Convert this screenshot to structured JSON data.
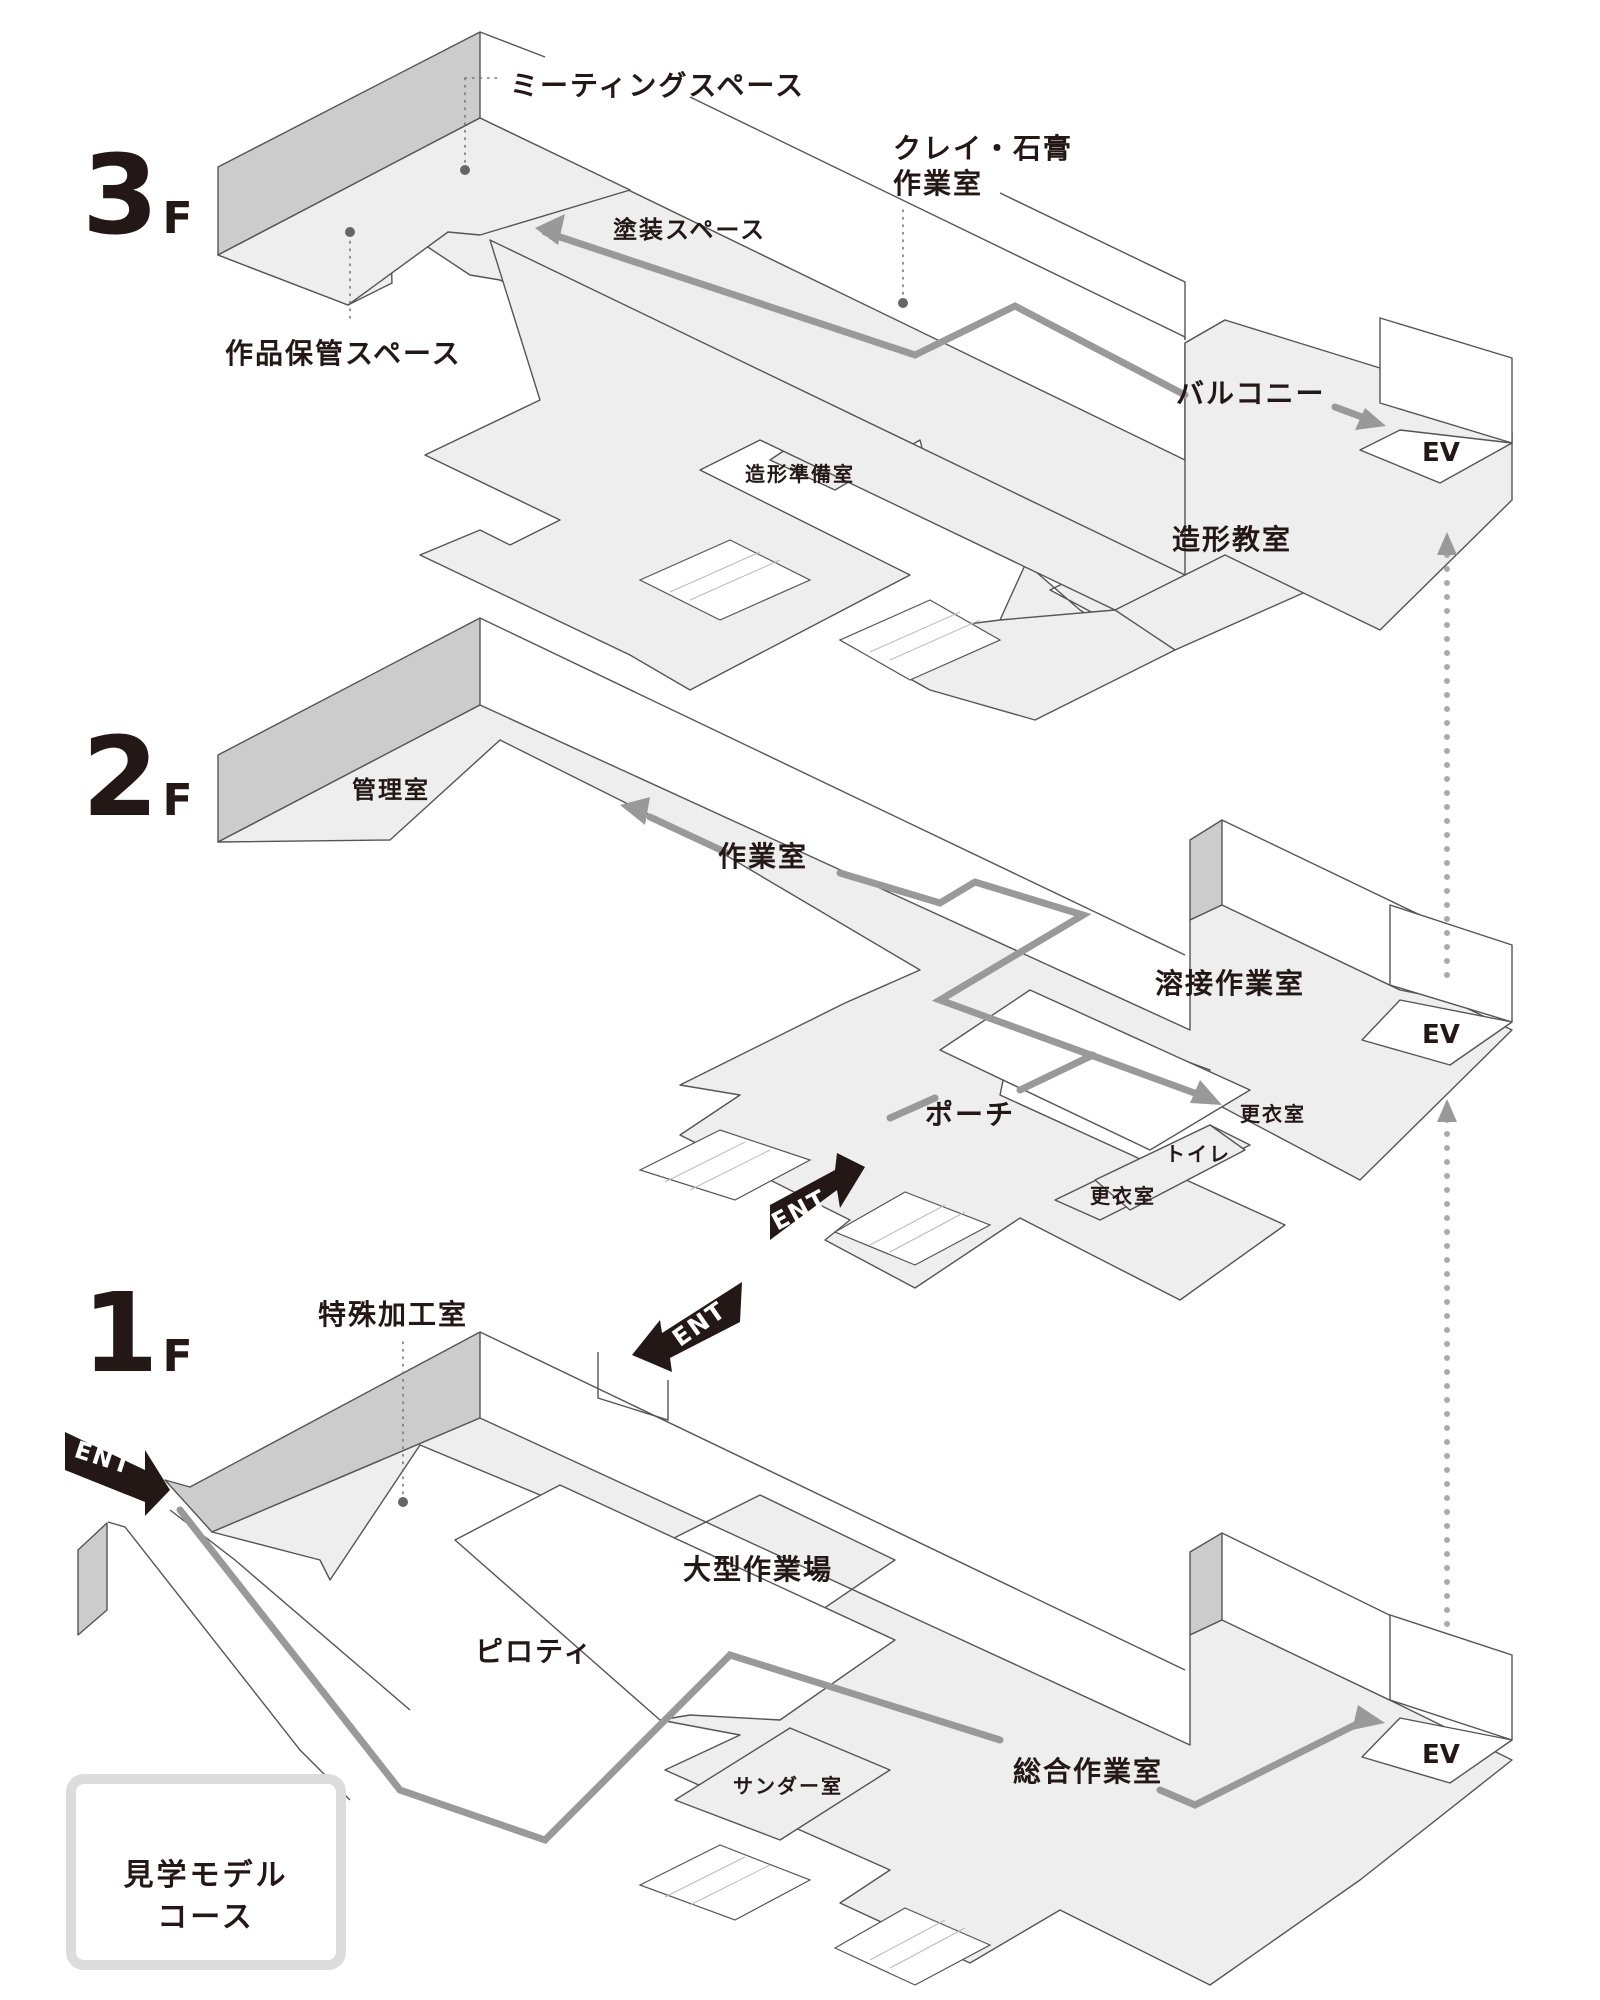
{
  "floors": [
    {
      "id": "3F",
      "number": "3",
      "suffix": "F",
      "rooms": {
        "meeting_space": "ミーティングスペース",
        "clay_plaster_room_line1": "クレイ・石膏",
        "clay_plaster_room_line2": "作業室",
        "painting_space": "塗装スペース",
        "storage_space": "作品保管スペース",
        "balcony": "バルコニー",
        "modeling_prep_room": "造形準備室",
        "modeling_classroom": "造形教室",
        "elevator": "EV"
      }
    },
    {
      "id": "2F",
      "number": "2",
      "suffix": "F",
      "rooms": {
        "management_room": "管理室",
        "workshop": "作業室",
        "welding_workshop": "溶接作業室",
        "porch": "ポーチ",
        "locker_room_a": "更衣室",
        "toilet": "トイレ",
        "locker_room_b": "更衣室",
        "elevator": "EV"
      },
      "entrance": "ENT"
    },
    {
      "id": "1F",
      "number": "1",
      "suffix": "F",
      "rooms": {
        "special_processing_room": "特殊加工室",
        "large_workshop": "大型作業場",
        "piloti": "ピロティ",
        "sander_room": "サンダー室",
        "general_workshop": "総合作業室",
        "elevator": "EV"
      },
      "entrances": [
        "ENT",
        "ENT"
      ]
    }
  ],
  "legend": {
    "line1": "見学モデル",
    "line2": "コース",
    "icon": "route-arrow-icon"
  },
  "colors": {
    "floor": "#eeeeee",
    "wall": "#cccccc",
    "route": "#999999",
    "text": "#231815"
  }
}
